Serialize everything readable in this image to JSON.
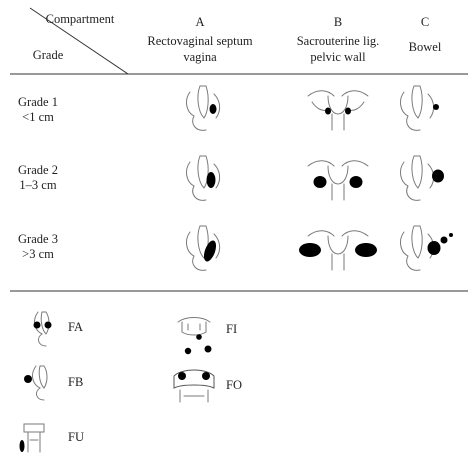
{
  "header": {
    "compartment_label": "Compartment",
    "grade_label": "Grade",
    "columns": [
      {
        "letter": "A",
        "line1": "Rectovaginal septum",
        "line2": "vagina"
      },
      {
        "letter": "B",
        "line1": "Sacrouterine lig.",
        "line2": "pelvic wall"
      },
      {
        "letter": "C",
        "line1": "Bowel",
        "line2": ""
      }
    ]
  },
  "rows": [
    {
      "grade": "Grade 1",
      "size": "<1 cm",
      "lesion_scale": "small"
    },
    {
      "grade": "Grade 2",
      "size": "1–3 cm",
      "lesion_scale": "medium"
    },
    {
      "grade": "Grade 3",
      "size": ">3 cm",
      "lesion_scale": "large"
    }
  ],
  "legend": [
    {
      "label": "FA",
      "icon": "adenomyosis-sketch-icon"
    },
    {
      "label": "FB",
      "icon": "bladder-sketch-icon"
    },
    {
      "label": "FU",
      "icon": "ureter-sketch-icon"
    },
    {
      "label": "FI",
      "icon": "intestine-sketch-icon"
    },
    {
      "label": "FO",
      "icon": "other-sketch-icon"
    }
  ],
  "colors": {
    "lesion": "#000000",
    "sketch_line": "#7a7a7a",
    "text": "#222222"
  }
}
